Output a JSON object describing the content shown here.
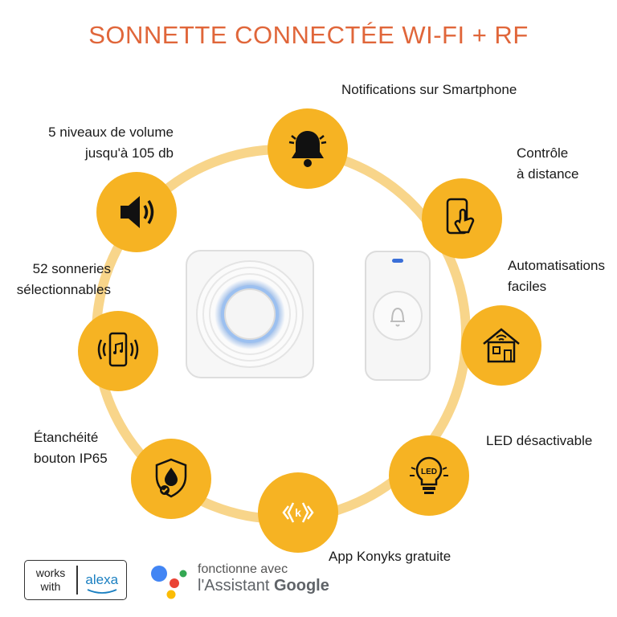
{
  "title": "SONNETTE CONNECTÉE WI-FI + RF",
  "colors": {
    "title": "#e0663a",
    "circle": "#f6b323",
    "ring": "#f8d58a",
    "alexa_blue": "#1a7fc1"
  },
  "features": [
    {
      "icon": "bell-icon",
      "label_lines": [
        "Notifications sur Smartphone"
      ]
    },
    {
      "icon": "phone-touch-icon",
      "label_lines": [
        "Contrôle",
        "à distance"
      ]
    },
    {
      "icon": "smart-home-icon",
      "label_lines": [
        "Automatisations",
        "faciles"
      ]
    },
    {
      "icon": "led-bulb-icon",
      "label_lines": [
        "LED désactivable"
      ]
    },
    {
      "icon": "app-logo-icon",
      "label_lines": [
        "App Konyks gratuite"
      ]
    },
    {
      "icon": "shield-drop-icon",
      "label_lines": [
        "Étanchéité",
        "bouton IP65"
      ]
    },
    {
      "icon": "phone-music-icon",
      "label_lines": [
        "52 sonneries",
        "sélectionnables"
      ]
    },
    {
      "icon": "speaker-icon",
      "label_lines": [
        "5 niveaux de volume",
        "jusqu'à 105 db"
      ]
    }
  ],
  "badges": {
    "alexa": {
      "left_line1": "works",
      "left_line2": "with",
      "right": "alexa"
    },
    "google": {
      "line1": "fonctionne avec",
      "line2_prefix": "l'Assistant ",
      "line2_brand": "Google"
    }
  }
}
